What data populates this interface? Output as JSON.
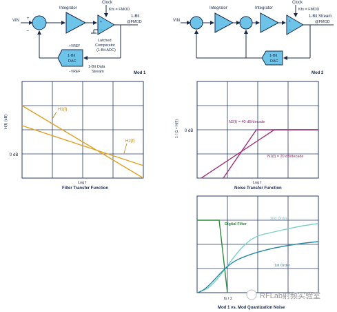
{
  "mod1": {
    "vin": "VIN",
    "plus": "+",
    "minus": "−",
    "integrator": "Integrator",
    "clock": "Clock",
    "kfs": "Kfs = FMOD",
    "out1": "1-Bit",
    "out2": "@FMOD",
    "comparator": [
      "Latched",
      "Comparator",
      "(1-Bit ADC)"
    ],
    "dac": [
      "1-Bit",
      "DAC"
    ],
    "vref_pos": "+VREF",
    "vref_neg": "−VREF",
    "stream": [
      "1-Bit Data",
      "Stream"
    ],
    "name": "Mod 1"
  },
  "mod2": {
    "vin": "VIN",
    "integrator1": "Integrator",
    "integrator2": "Integrator",
    "clock": "Clock",
    "kfs": "Kfs = FMOD",
    "out1": "1-Bit Stream",
    "out2": "@FMOD",
    "dac": [
      "1-Bit",
      "DAC"
    ],
    "name": "Mod 2"
  },
  "filter_plot": {
    "ylabel": "H(f) (dB)",
    "zero_db": "0 dB",
    "h1": "H1(f)",
    "h2": "H2(f)",
    "xlabel": "Log f",
    "title": "Filter Transfer Function",
    "colors": {
      "line": "#e0a020",
      "grid": "#243a6a"
    }
  },
  "noise_plot": {
    "ylabel": "1 / (1 + H(f))",
    "zero_db": "0 dB",
    "n2": "N2(f) = 40 dB/decade",
    "n1": "N1(f) = 20 dB/decade",
    "xlabel": "Log f",
    "title": "Noise Transfer Function",
    "colors": {
      "line": "#a0307a"
    }
  },
  "quant_plot": {
    "digital_filter": "Digital Filter",
    "second_order": "2nd Order",
    "first_order": "1st Order",
    "fs2": "fs / 2",
    "title": "Mod 1 vs. Mod Quantization Noise",
    "colors": {
      "filter": "#2a8a3a",
      "first": "#2a8aa0",
      "second": "#7ad0c8"
    }
  },
  "watermark": "RFLab射频实验室"
}
